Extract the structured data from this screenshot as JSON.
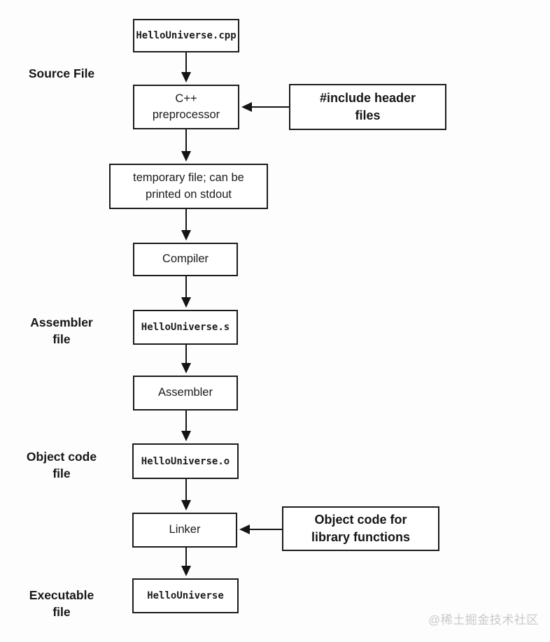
{
  "diagram": {
    "title_semantic": "C++ compilation pipeline flowchart",
    "nodes": {
      "source_file_box": {
        "label": "HelloUniverse.cpp"
      },
      "preprocessor": {
        "line1": "C++",
        "line2": "preprocessor"
      },
      "include_header": {
        "line1": "#include header",
        "line2": "files"
      },
      "temp_file": {
        "line1": "temporary file; can be",
        "line2": "printed on stdout"
      },
      "compiler": {
        "label": "Compiler"
      },
      "assembler_file_box": {
        "label": "HelloUniverse.s"
      },
      "assembler": {
        "label": "Assembler"
      },
      "object_file_box": {
        "label": "HelloUniverse.o"
      },
      "linker": {
        "label": "Linker"
      },
      "object_library": {
        "line1": "Object code for",
        "line2": "library functions"
      },
      "executable_box": {
        "label": "HelloUniverse"
      }
    },
    "side_labels": {
      "source_file": "Source File",
      "assembler_file_line1": "Assembler",
      "assembler_file_line2": "file",
      "object_code_line1": "Object code",
      "object_code_line2": "file",
      "executable_line1": "Executable",
      "executable_line2": "file"
    },
    "watermark": "@稀土掘金技术社区",
    "colors": {
      "border": "#1b1b1b",
      "text": "#1c1c1c",
      "arrow": "#141414",
      "watermark": "#c9c9c9",
      "background": "#fdfdfd"
    }
  }
}
